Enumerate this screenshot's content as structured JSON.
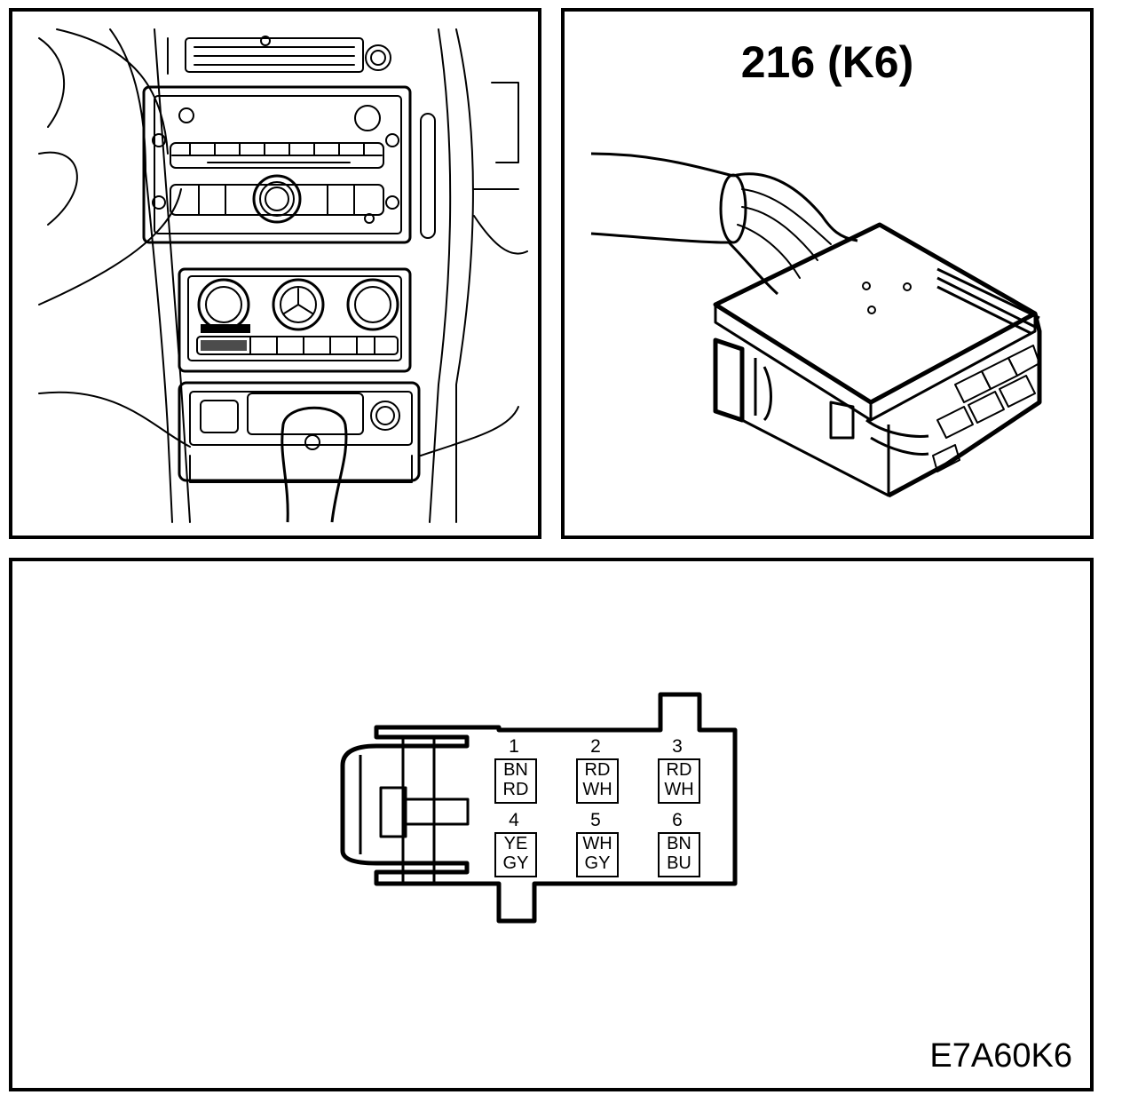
{
  "connector": {
    "title": "216 (K6)",
    "figure_code": "E7A60K6"
  },
  "pins": [
    {
      "number": "1",
      "color_top": "BN",
      "color_bottom": "RD"
    },
    {
      "number": "2",
      "color_top": "RD",
      "color_bottom": "WH"
    },
    {
      "number": "3",
      "color_top": "RD",
      "color_bottom": "WH"
    },
    {
      "number": "4",
      "color_top": "YE",
      "color_bottom": "GY"
    },
    {
      "number": "5",
      "color_top": "WH",
      "color_bottom": "GY"
    },
    {
      "number": "6",
      "color_top": "BN",
      "color_bottom": "BU"
    }
  ]
}
